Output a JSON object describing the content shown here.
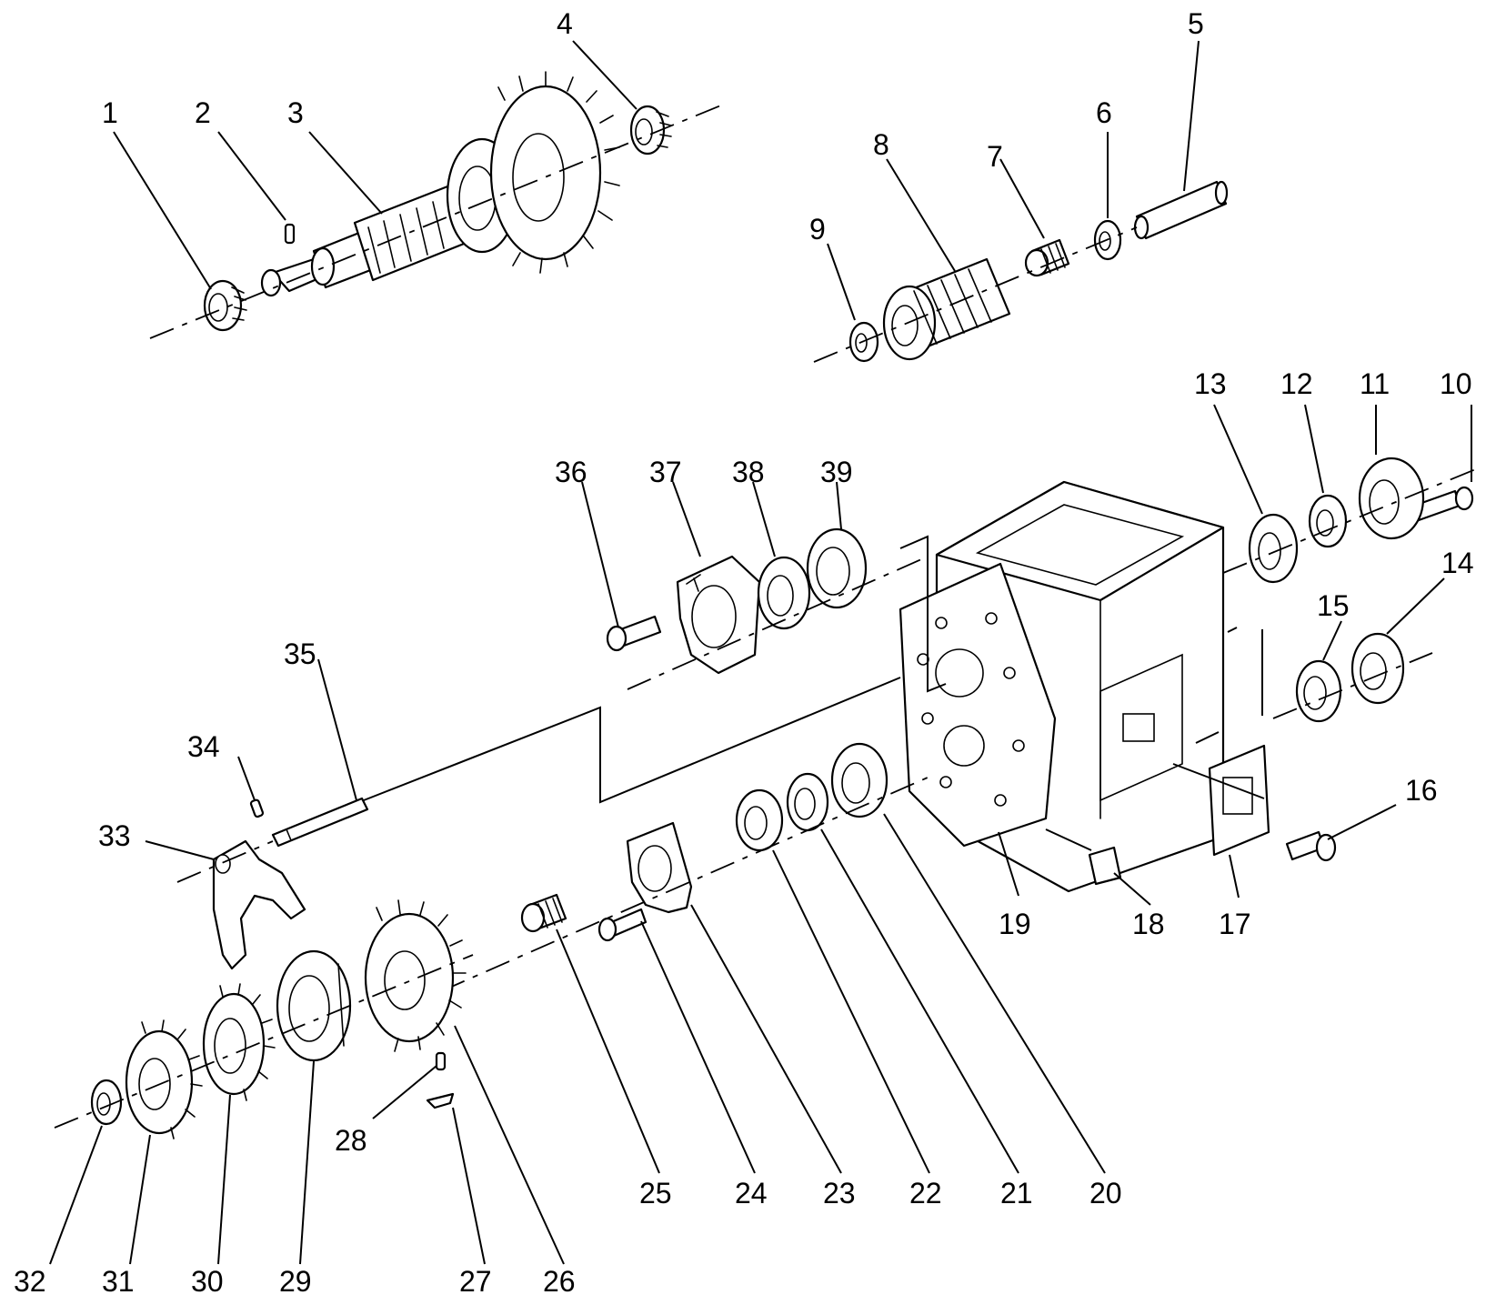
{
  "callouts": [
    "1",
    "2",
    "3",
    "4",
    "5",
    "6",
    "7",
    "8",
    "9",
    "10",
    "11",
    "12",
    "13",
    "14",
    "15",
    "16",
    "17",
    "18",
    "19",
    "20",
    "21",
    "22",
    "23",
    "24",
    "25",
    "26",
    "27",
    "28",
    "29",
    "30",
    "31",
    "32",
    "33",
    "34",
    "35",
    "36",
    "37",
    "38",
    "39"
  ],
  "colors": {
    "ink": "#000000",
    "paper": "#ffffff"
  }
}
